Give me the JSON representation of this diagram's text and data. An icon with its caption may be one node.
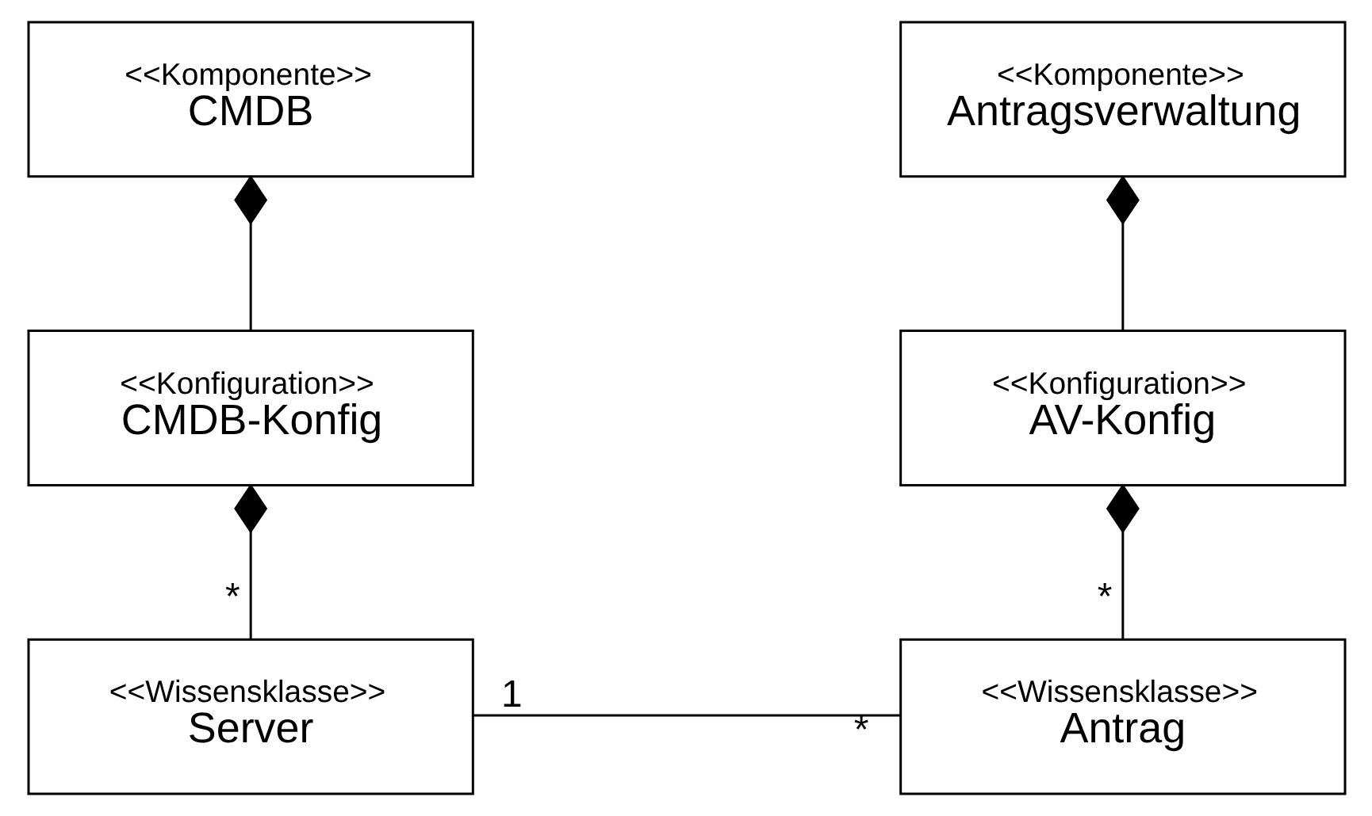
{
  "diagram": {
    "nodes": [
      {
        "text": [
          "<<Komponente>>",
          "CMDB"
        ]
      },
      {
        "text": [
          "<<Komponente>>",
          "Antragsverwaltung"
        ]
      },
      {
        "text": [
          "<<Konfiguration>>",
          "CMDB-Konfig"
        ]
      },
      {
        "text": [
          "<<Konfiguration>>",
          "AV-Konfig"
        ]
      },
      {
        "text": [
          "<<Wissensklasse>>",
          "Server"
        ]
      },
      {
        "text": [
          "<<Wissensklasse>>",
          "Antrag"
        ]
      }
    ],
    "edges": [
      {
        "from": 2,
        "to": 0,
        "arrow": "other"
      },
      {
        "from": 3,
        "to": 1,
        "arrow": "other"
      },
      {
        "from": 4,
        "to": 2,
        "arrow": "other"
      },
      {
        "from": 5,
        "to": 3,
        "arrow": "other"
      },
      {
        "from": 4,
        "to": 5,
        "arrow": "none"
      }
    ],
    "labels": [
      "*",
      "*",
      "1",
      "*"
    ]
  }
}
